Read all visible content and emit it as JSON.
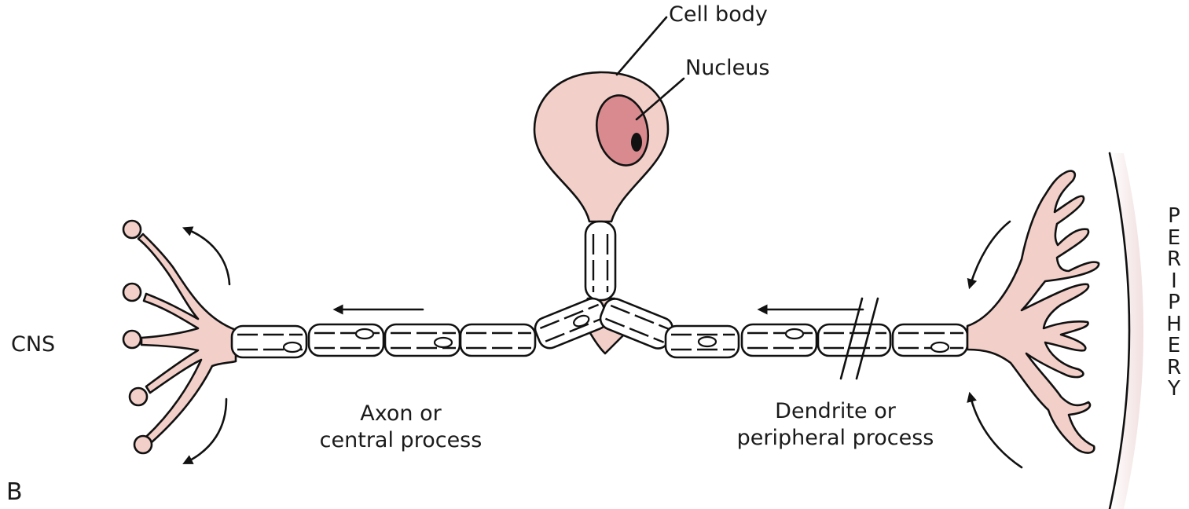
{
  "labels": {
    "cell_body": "Cell body",
    "nucleus": "Nucleus",
    "cns": "CNS",
    "axon_line1": "Axon or",
    "axon_line2": "central process",
    "dendrite_line1": "Dendrite or",
    "dendrite_line2": "peripheral process",
    "periphery_letters": [
      "P",
      "E",
      "R",
      "I",
      "P",
      "H",
      "E",
      "R",
      "Y"
    ],
    "panel": "B"
  },
  "colors": {
    "cell_fill": "#f2cfc8",
    "nucleus_fill": "#d98a8e",
    "outline": "#111111",
    "periphery_gradient": "#f0dcdc"
  }
}
